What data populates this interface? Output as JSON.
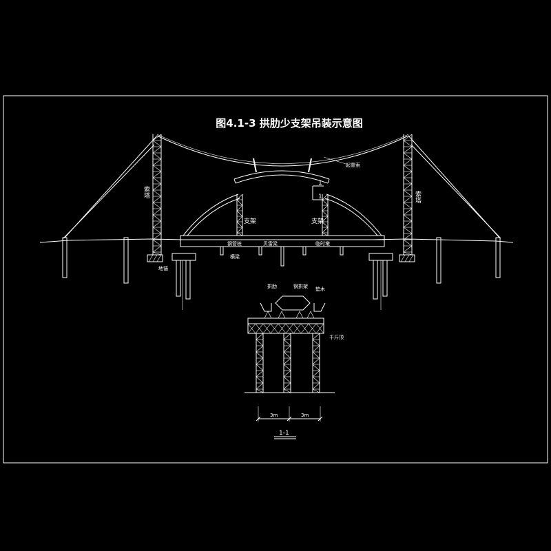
{
  "title": "图4.1-3   拱肋少支架吊装示意图",
  "labels": {
    "tower_left": "索塔",
    "tower_right": "索塔",
    "bracket_left": "支架",
    "bracket_right": "支架",
    "cable": "起重索",
    "anchor": "地锚",
    "section_mark_top": "1",
    "section_mark_bottom": "1",
    "section_view_title": "1-1",
    "dim_left": "3m",
    "dim_right": "3m",
    "sec_arch_rib": "拱肋",
    "sec_steel_bracket": "钢拱架",
    "sec_timber": "垫木",
    "sec_jack": "千斤顶",
    "deck_label_1": "钢管桩",
    "deck_label_2": "贝雷梁",
    "deck_label_3": "临时墩",
    "deck_label_4": "横梁"
  },
  "colors": {
    "background": "#000000",
    "line": "#ffffff"
  }
}
